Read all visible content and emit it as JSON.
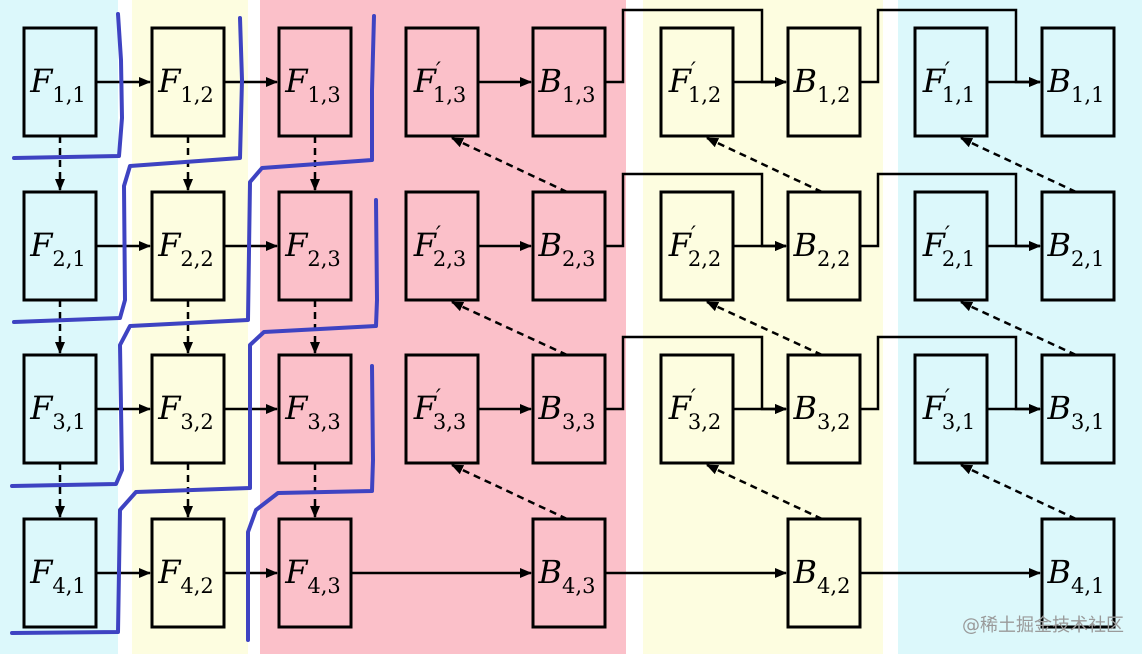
{
  "colors": {
    "cyan": "#dcf8fb",
    "yellow": "#fdfde0",
    "red": "#fbc0c9",
    "blue_pen": "#3e43c2",
    "line": "#000000"
  },
  "stages": [
    {
      "id": "stage-1",
      "color": "cyan",
      "label_group": "1"
    },
    {
      "id": "stage-2",
      "color": "yellow",
      "label_group": "2"
    },
    {
      "id": "stage-3",
      "color": "red",
      "label_group": "3"
    }
  ],
  "nodes": [
    {
      "id": "F11",
      "base": "F",
      "sub": "1,1",
      "prime": false,
      "color": "cyan"
    },
    {
      "id": "F12",
      "base": "F",
      "sub": "1,2",
      "prime": false,
      "color": "yellow"
    },
    {
      "id": "F13",
      "base": "F",
      "sub": "1,3",
      "prime": false,
      "color": "red"
    },
    {
      "id": "F13p",
      "base": "F",
      "sub": "1,3",
      "prime": true,
      "color": "red"
    },
    {
      "id": "B13",
      "base": "B",
      "sub": "1,3",
      "prime": false,
      "color": "red"
    },
    {
      "id": "F12p",
      "base": "F",
      "sub": "1,2",
      "prime": true,
      "color": "yellow"
    },
    {
      "id": "B12",
      "base": "B",
      "sub": "1,2",
      "prime": false,
      "color": "yellow"
    },
    {
      "id": "F11p",
      "base": "F",
      "sub": "1,1",
      "prime": true,
      "color": "cyan"
    },
    {
      "id": "B11",
      "base": "B",
      "sub": "1,1",
      "prime": false,
      "color": "cyan"
    },
    {
      "id": "F21",
      "base": "F",
      "sub": "2,1",
      "prime": false,
      "color": "cyan"
    },
    {
      "id": "F22",
      "base": "F",
      "sub": "2,2",
      "prime": false,
      "color": "yellow"
    },
    {
      "id": "F23",
      "base": "F",
      "sub": "2,3",
      "prime": false,
      "color": "red"
    },
    {
      "id": "F23p",
      "base": "F",
      "sub": "2,3",
      "prime": true,
      "color": "red"
    },
    {
      "id": "B23",
      "base": "B",
      "sub": "2,3",
      "prime": false,
      "color": "red"
    },
    {
      "id": "F22p",
      "base": "F",
      "sub": "2,2",
      "prime": true,
      "color": "yellow"
    },
    {
      "id": "B22",
      "base": "B",
      "sub": "2,2",
      "prime": false,
      "color": "yellow"
    },
    {
      "id": "F21p",
      "base": "F",
      "sub": "2,1",
      "prime": true,
      "color": "cyan"
    },
    {
      "id": "B21",
      "base": "B",
      "sub": "2,1",
      "prime": false,
      "color": "cyan"
    },
    {
      "id": "F31",
      "base": "F",
      "sub": "3,1",
      "prime": false,
      "color": "cyan"
    },
    {
      "id": "F32",
      "base": "F",
      "sub": "3,2",
      "prime": false,
      "color": "yellow"
    },
    {
      "id": "F33",
      "base": "F",
      "sub": "3,3",
      "prime": false,
      "color": "red"
    },
    {
      "id": "F33p",
      "base": "F",
      "sub": "3,3",
      "prime": true,
      "color": "red"
    },
    {
      "id": "B33",
      "base": "B",
      "sub": "3,3",
      "prime": false,
      "color": "red"
    },
    {
      "id": "F32p",
      "base": "F",
      "sub": "3,2",
      "prime": true,
      "color": "yellow"
    },
    {
      "id": "B32",
      "base": "B",
      "sub": "3,2",
      "prime": false,
      "color": "yellow"
    },
    {
      "id": "F31p",
      "base": "F",
      "sub": "3,1",
      "prime": true,
      "color": "cyan"
    },
    {
      "id": "B31",
      "base": "B",
      "sub": "3,1",
      "prime": false,
      "color": "cyan"
    },
    {
      "id": "F41",
      "base": "F",
      "sub": "4,1",
      "prime": false,
      "color": "cyan"
    },
    {
      "id": "F42",
      "base": "F",
      "sub": "4,2",
      "prime": false,
      "color": "yellow"
    },
    {
      "id": "F43",
      "base": "F",
      "sub": "4,3",
      "prime": false,
      "color": "red"
    },
    {
      "id": "B43",
      "base": "B",
      "sub": "4,3",
      "prime": false,
      "color": "red"
    },
    {
      "id": "B42",
      "base": "B",
      "sub": "4,2",
      "prime": false,
      "color": "yellow"
    },
    {
      "id": "B41",
      "base": "B",
      "sub": "4,1",
      "prime": false,
      "color": "cyan"
    }
  ],
  "edges": [
    {
      "from": "F11",
      "to": "F12",
      "style": "solid"
    },
    {
      "from": "F12",
      "to": "F13",
      "style": "solid"
    },
    {
      "from": "F13p",
      "to": "B13",
      "style": "solid"
    },
    {
      "from": "B13",
      "to": "B12",
      "style": "solid",
      "route": "over"
    },
    {
      "from": "F12p",
      "to": "B12",
      "style": "solid"
    },
    {
      "from": "B12",
      "to": "B11",
      "style": "solid",
      "route": "over"
    },
    {
      "from": "F11p",
      "to": "B11",
      "style": "solid"
    },
    {
      "from": "F21",
      "to": "F22",
      "style": "solid"
    },
    {
      "from": "F22",
      "to": "F23",
      "style": "solid"
    },
    {
      "from": "F23p",
      "to": "B23",
      "style": "solid"
    },
    {
      "from": "B23",
      "to": "B22",
      "style": "solid",
      "route": "over"
    },
    {
      "from": "F22p",
      "to": "B22",
      "style": "solid"
    },
    {
      "from": "B22",
      "to": "B21",
      "style": "solid",
      "route": "over"
    },
    {
      "from": "F21p",
      "to": "B21",
      "style": "solid"
    },
    {
      "from": "F31",
      "to": "F32",
      "style": "solid"
    },
    {
      "from": "F32",
      "to": "F33",
      "style": "solid"
    },
    {
      "from": "F33p",
      "to": "B33",
      "style": "solid"
    },
    {
      "from": "B33",
      "to": "B32",
      "style": "solid",
      "route": "over"
    },
    {
      "from": "F32p",
      "to": "B32",
      "style": "solid"
    },
    {
      "from": "B32",
      "to": "B31",
      "style": "solid",
      "route": "over"
    },
    {
      "from": "F31p",
      "to": "B31",
      "style": "solid"
    },
    {
      "from": "F41",
      "to": "F42",
      "style": "solid"
    },
    {
      "from": "F42",
      "to": "F43",
      "style": "solid"
    },
    {
      "from": "F43",
      "to": "B43",
      "style": "solid"
    },
    {
      "from": "B43",
      "to": "B42",
      "style": "solid"
    },
    {
      "from": "B42",
      "to": "B41",
      "style": "solid"
    },
    {
      "from": "F11",
      "to": "F21",
      "style": "dashed"
    },
    {
      "from": "F21",
      "to": "F31",
      "style": "dashed"
    },
    {
      "from": "F31",
      "to": "F41",
      "style": "dashed"
    },
    {
      "from": "F12",
      "to": "F22",
      "style": "dashed"
    },
    {
      "from": "F22",
      "to": "F32",
      "style": "dashed"
    },
    {
      "from": "F32",
      "to": "F42",
      "style": "dashed"
    },
    {
      "from": "F13",
      "to": "F23",
      "style": "dashed"
    },
    {
      "from": "F23",
      "to": "F33",
      "style": "dashed"
    },
    {
      "from": "F33",
      "to": "F43",
      "style": "dashed"
    },
    {
      "from": "B23",
      "to": "F13p",
      "style": "dashed"
    },
    {
      "from": "B33",
      "to": "F23p",
      "style": "dashed"
    },
    {
      "from": "B43",
      "to": "F33p",
      "style": "dashed"
    },
    {
      "from": "B22",
      "to": "F12p",
      "style": "dashed"
    },
    {
      "from": "B32",
      "to": "F22p",
      "style": "dashed"
    },
    {
      "from": "B42",
      "to": "F32p",
      "style": "dashed"
    },
    {
      "from": "B21",
      "to": "F11p",
      "style": "dashed"
    },
    {
      "from": "B31",
      "to": "F21p",
      "style": "dashed"
    },
    {
      "from": "B41",
      "to": "F31p",
      "style": "dashed"
    }
  ],
  "watermark": "@稀土掘金技术社区"
}
